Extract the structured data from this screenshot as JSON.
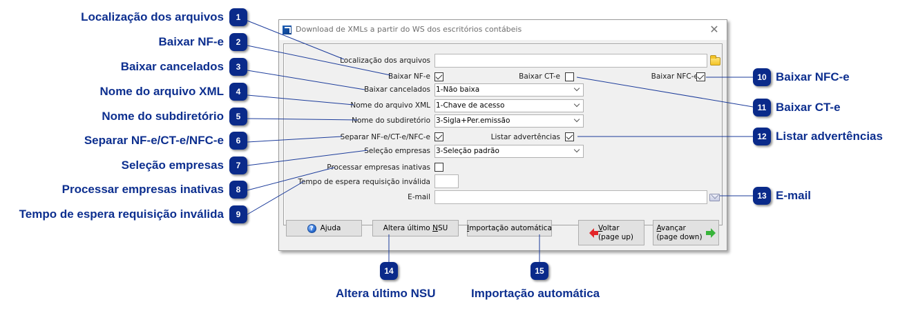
{
  "dialog": {
    "title": "Download de XMLs a partir do WS dos escritórios contábeis",
    "close_glyph": "✕",
    "fields": {
      "localizacao": {
        "label": "Localização dos arquivos",
        "value": ""
      },
      "baixar_nfe": {
        "label": "Baixar NF-e",
        "checked": true
      },
      "baixar_cte": {
        "label": "Baixar CT-e",
        "checked": false
      },
      "baixar_nfce": {
        "label": "Baixar NFC-e",
        "checked": true
      },
      "baixar_cancelados": {
        "label": "Baixar cancelados",
        "value": "1-Não baixa"
      },
      "nome_arquivo": {
        "label": "Nome do arquivo XML",
        "value": "1-Chave de acesso"
      },
      "nome_subdiretorio": {
        "label": "Nome do subdiretório",
        "value": "3-Sigla+Per.emissão"
      },
      "separar": {
        "label": "Separar NF-e/CT-e/NFC-e",
        "checked": true
      },
      "listar_advertencias": {
        "label": "Listar advertências",
        "checked": true
      },
      "selecao_empresas": {
        "label": "Seleção empresas",
        "value": "3-Seleção padrão"
      },
      "processar_inativas": {
        "label": "Processar empresas inativas",
        "checked": false
      },
      "tempo_espera": {
        "label": "Tempo de espera requisição inválida",
        "value": ""
      },
      "email": {
        "label": "E-mail",
        "value": ""
      }
    },
    "buttons": {
      "ajuda": {
        "pre": "A",
        "ul": "j",
        "post": "uda"
      },
      "altera_nsu": {
        "pre": "Altera último ",
        "ul": "N",
        "post": "SU"
      },
      "importacao": {
        "pre": "",
        "ul": "I",
        "post": "mportação automática"
      },
      "voltar": {
        "ul": "V",
        "post": "oltar",
        "line2": "(page up)"
      },
      "avancar": {
        "ul": "A",
        "post": "vançar",
        "line2": "(page down)"
      }
    },
    "icons": {
      "help": "?"
    }
  },
  "callouts": [
    {
      "num": "1",
      "label": "Localização dos arquivos"
    },
    {
      "num": "2",
      "label": "Baixar NF-e"
    },
    {
      "num": "3",
      "label": "Baixar cancelados"
    },
    {
      "num": "4",
      "label": "Nome do arquivo XML"
    },
    {
      "num": "5",
      "label": "Nome do subdiretório"
    },
    {
      "num": "6",
      "label": "Separar NF-e/CT-e/NFC-e"
    },
    {
      "num": "7",
      "label": "Seleção empresas"
    },
    {
      "num": "8",
      "label": "Processar empresas inativas"
    },
    {
      "num": "9",
      "label": "Tempo de espera requisição inválida"
    },
    {
      "num": "10",
      "label": "Baixar NFC-e"
    },
    {
      "num": "11",
      "label": "Baixar CT-e"
    },
    {
      "num": "12",
      "label": "Listar advertências"
    },
    {
      "num": "13",
      "label": "E-mail"
    },
    {
      "num": "14",
      "label": "Altera último NSU"
    },
    {
      "num": "15",
      "label": "Importação automática"
    }
  ],
  "colors": {
    "callout_blue": "#0d2f8f",
    "badge_blue": "#0a2a8a",
    "dialog_bg": "#f0f0f0"
  }
}
